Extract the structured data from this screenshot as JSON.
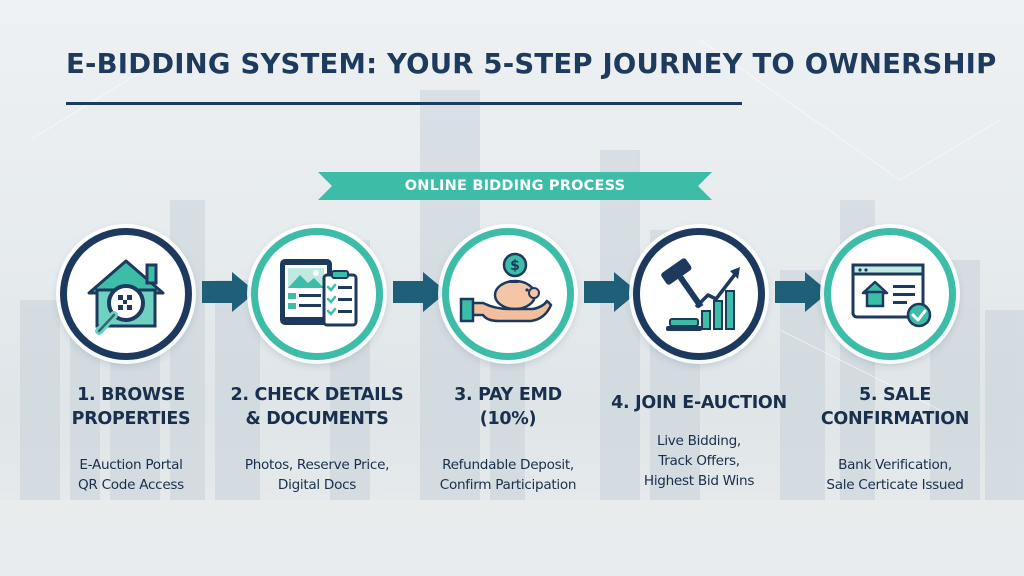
{
  "title": "E-BIDDING SYSTEM: YOUR 5-STEP JOURNEY TO OWNERSHIP",
  "banner": "ONLINE BIDDING PROCESS",
  "colors": {
    "navy": "#1d3a5e",
    "teal": "#3dbca7",
    "arrow": "#1f5f78"
  },
  "steps": [
    {
      "title_lines": [
        "1. BROWSE",
        "PROPERTIES"
      ],
      "desc_lines": [
        "E-Auction Portal",
        "QR Code Access"
      ],
      "icon": "house-search-icon",
      "ring": "navy"
    },
    {
      "title_lines": [
        "2. CHECK DETAILS",
        "& DOCUMENTS"
      ],
      "desc_lines": [
        "Photos, Reserve Price,",
        "Digital Docs"
      ],
      "icon": "tablet-checklist-icon",
      "ring": "teal"
    },
    {
      "title_lines": [
        "3. PAY EMD",
        "(10%)"
      ],
      "desc_lines": [
        "Refundable Deposit,",
        "Confirm Participation"
      ],
      "icon": "hand-piggy-bank-icon",
      "ring": "teal"
    },
    {
      "title_lines": [
        "4. JOIN E-AUCTION"
      ],
      "desc_lines": [
        "Live Bidding,",
        "Track Offers,",
        "Highest Bid Wins"
      ],
      "icon": "gavel-chart-icon",
      "ring": "navy"
    },
    {
      "title_lines": [
        "5. SALE",
        "CONFIRMATION"
      ],
      "desc_lines": [
        "Bank Verification,",
        "Sale Certicate Issued"
      ],
      "icon": "certificate-check-icon",
      "ring": "teal"
    }
  ]
}
